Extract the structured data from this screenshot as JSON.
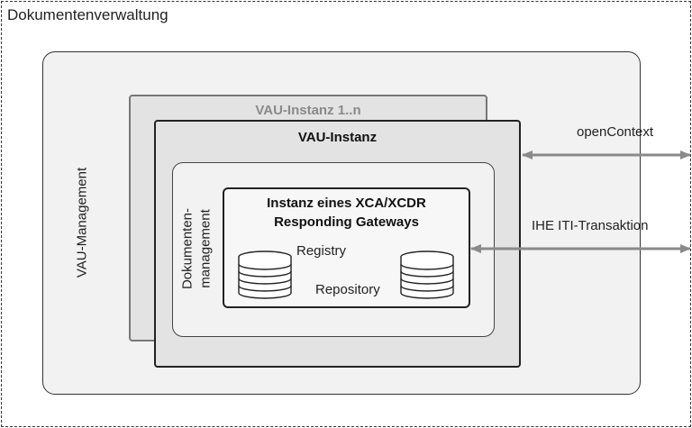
{
  "outer_title": "Dokumentenverwaltung",
  "vau_management_label": "VAU-Management",
  "vau_instance_back_title": "VAU-Instanz 1..n",
  "vau_instance_title": "VAU-Instanz",
  "document_management_label": [
    "Dokumenten-",
    "management"
  ],
  "gateway": {
    "title_line1": "Instanz eines XCA/XCDR",
    "title_line2": "Responding Gateways",
    "registry_label": "Registry",
    "repository_label": "Repository"
  },
  "connections": {
    "open_context": "openContext",
    "ihe_iti": "IHE ITI-Transaktion"
  }
}
